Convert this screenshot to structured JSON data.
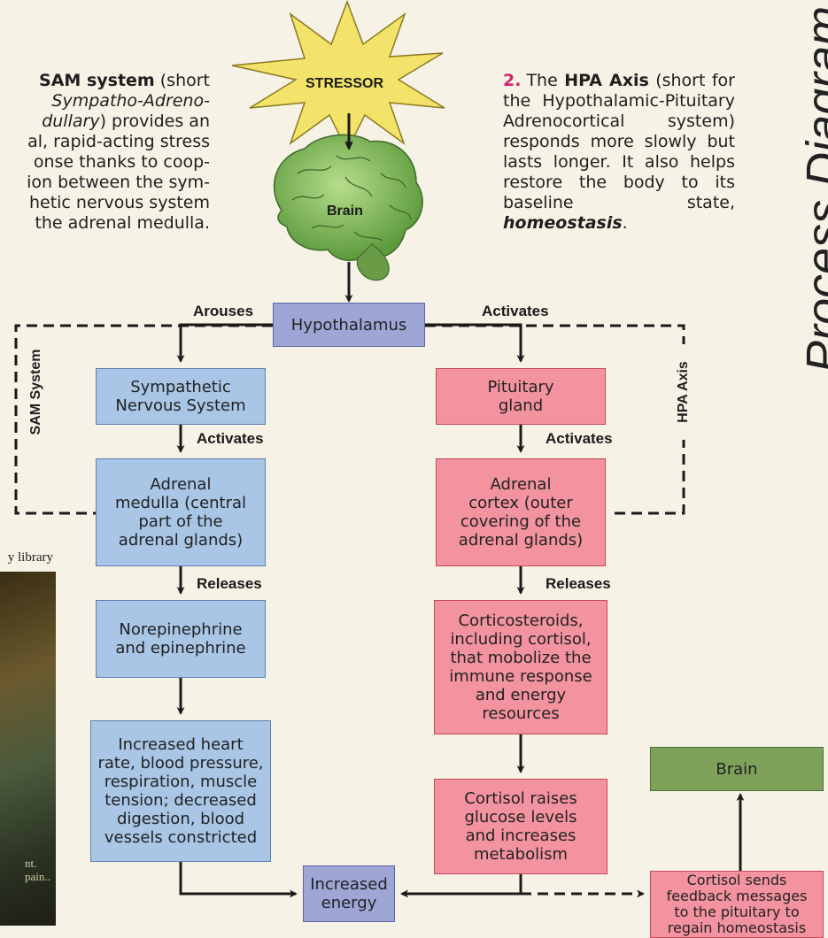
{
  "intro": {
    "sam_bold": "SAM system",
    "sam_text1": " (short ",
    "sam_italic": "Sympatho-Adreno-\ndullary",
    "sam_text2": ") provides an\nal, rapid-acting stress\nonse thanks to coop-\nion between the sym-\nhetic nervous system\nthe adrenal medulla.",
    "hpa_number": "2.",
    "hpa_text1": "The ",
    "hpa_bold": "HPA Axis",
    "hpa_text2": " (short for the Hypothalamic-Pituitary Adrenocortical system) responds more slowly but lasts longer. It also helps restore the body to its baseline state, ",
    "hpa_emph": "homeostasis",
    "hpa_end": "."
  },
  "side_title": "Process Diagram",
  "image_credit": "y library",
  "photo_text": "nt.\npain..",
  "nodes": {
    "stressor": "STRESSOR",
    "brain_top": "Brain",
    "hypothalamus": "Hypothalamus",
    "sympathetic": "Sympathetic\nNervous System",
    "adrenal_medulla": "Adrenal\nmedulla (central\npart of the\nadrenal glands)",
    "norepinephrine": "Norepinephrine\nand epinephrine",
    "increased_heart": "Increased heart\nrate, blood pressure,\nrespiration, muscle\ntension; decreased\ndigestion, blood\nvessels constricted",
    "pituitary": "Pituitary\ngland",
    "adrenal_cortex": "Adrenal\ncortex (outer\ncovering of the\nadrenal glands)",
    "corticosteroids": "Corticosteroids,\nincluding cortisol,\nthat mobolize the\nimmune response\nand energy\nresources",
    "cortisol_raises": "Cortisol raises\nglucose levels\nand increases\nmetabolism",
    "increased_energy": "Increased\nenergy",
    "cortisol_feedback": "Cortisol sends\nfeedback messages\nto the pituitary to\nregain homeostasis",
    "brain_box": "Brain"
  },
  "edge_labels": {
    "arouses": "Arouses",
    "activates_top": "Activates",
    "activates_left": "Activates",
    "releases_left": "Releases",
    "activates_right": "Activates",
    "releases_right": "Releases"
  },
  "systems": {
    "sam": "SAM System",
    "hpa": "HPA Axis"
  },
  "colors": {
    "sam_fill": "#a9c6e6",
    "hpa_fill": "#f3939f",
    "hub_fill": "#9ea6d6",
    "brain_fill": "#7fa25b",
    "stressor_fill": "#f3e36a",
    "accent_number": "#d0246e"
  }
}
